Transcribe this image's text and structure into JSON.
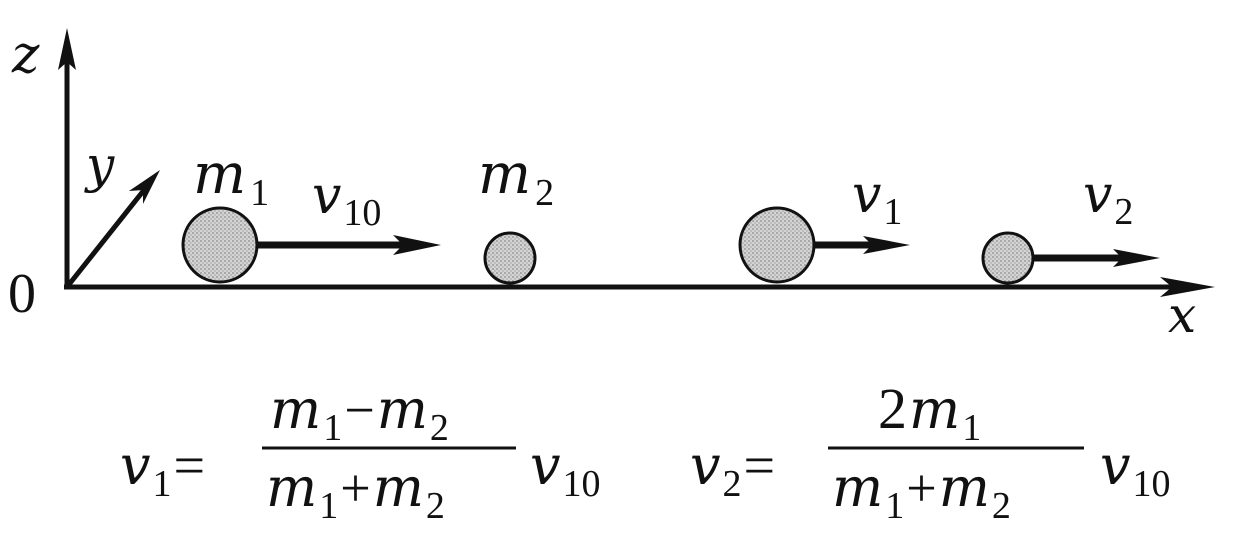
{
  "axes": {
    "z": "z",
    "y": "y",
    "x": "x",
    "origin": "0"
  },
  "before": {
    "m1": {
      "base": "m",
      "sub": "1"
    },
    "v10": {
      "base": "v",
      "sub": "10"
    },
    "m2": {
      "base": "m",
      "sub": "2"
    }
  },
  "after": {
    "v1": {
      "base": "v",
      "sub": "1"
    },
    "v2": {
      "base": "v",
      "sub": "2"
    }
  },
  "formulas": {
    "v1": {
      "lhs": {
        "base": "v",
        "sub": "1"
      },
      "eq": "=",
      "num": {
        "a": "m",
        "a_sub": "1",
        "op": "−",
        "b": "m",
        "b_sub": "2"
      },
      "den": {
        "a": "m",
        "a_sub": "1",
        "op": "+",
        "b": "m",
        "b_sub": "2"
      },
      "rhs": {
        "base": "v",
        "sub": "10"
      }
    },
    "v2": {
      "lhs": {
        "base": "v",
        "sub": "2"
      },
      "eq": "=",
      "num": {
        "coef": "2",
        "a": "m",
        "a_sub": "1"
      },
      "den": {
        "a": "m",
        "a_sub": "1",
        "op": "+",
        "b": "m",
        "b_sub": "2"
      },
      "rhs": {
        "base": "v",
        "sub": "10"
      }
    }
  }
}
